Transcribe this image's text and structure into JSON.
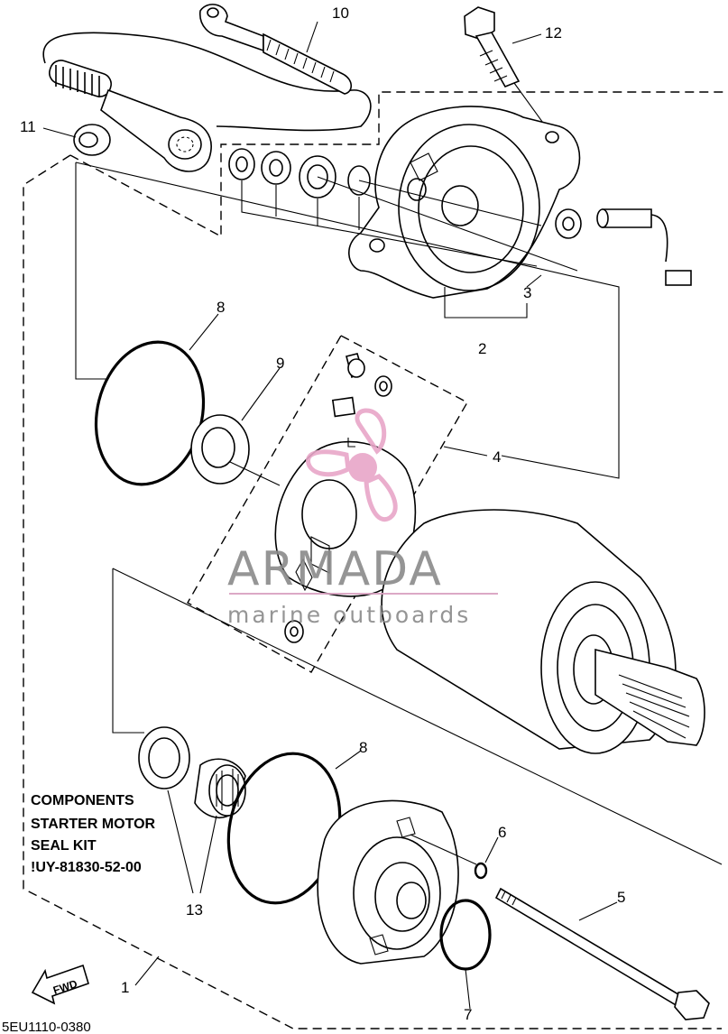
{
  "diagram": {
    "callouts": {
      "c1": "1",
      "c2": "2",
      "c3": "3",
      "c4": "4",
      "c5": "5",
      "c6": "6",
      "c7": "7",
      "c8a": "8",
      "c8b": "8",
      "c9": "9",
      "c10": "10",
      "c11": "11",
      "c12": "12",
      "c13": "13"
    },
    "note": {
      "line1": "COMPONENTS",
      "line2": "STARTER MOTOR",
      "line3": "SEAL KIT",
      "line4": "!UY-81830-52-00"
    },
    "diagram_code": "5EU1110-0380",
    "fwd_label": "FWD",
    "watermark": {
      "brand": "ARMADA",
      "tagline": "marine outboards",
      "colors": {
        "pink": "#e8a6c8",
        "grey": "#8a8a8a",
        "line": "#d9a0c0"
      }
    }
  }
}
